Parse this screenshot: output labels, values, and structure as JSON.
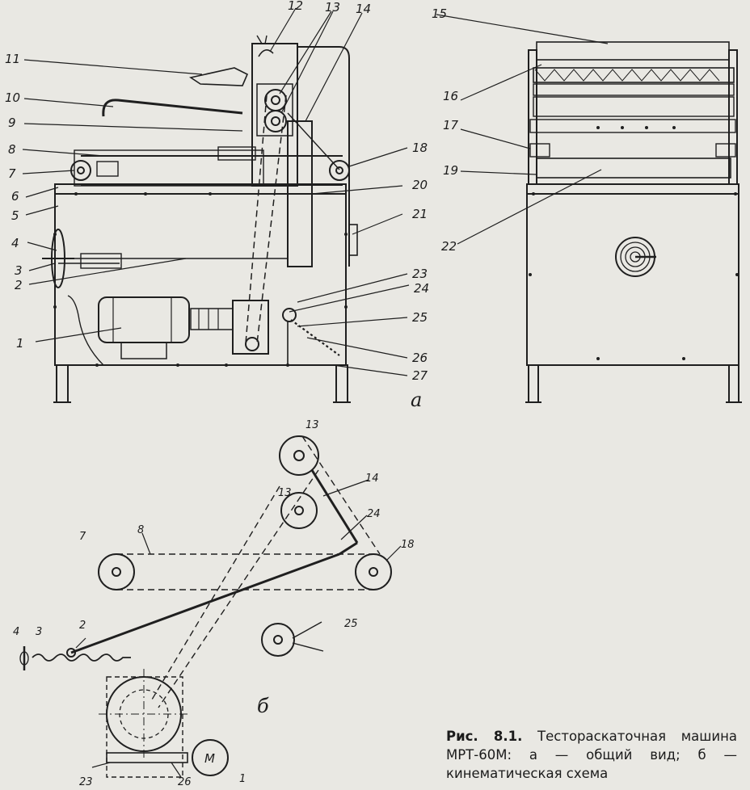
{
  "figure": {
    "caption_label": "Рис. 8.1.",
    "caption_text": "Тестораскаточная машина МРТ-60М: а — общий вид; б — кинематическая схема",
    "sub_a": "а",
    "sub_b": "б",
    "motor_symbol": "М"
  },
  "callouts_a": [
    "1",
    "2",
    "3",
    "4",
    "5",
    "6",
    "7",
    "8",
    "9",
    "10",
    "11",
    "12",
    "13",
    "14",
    "15",
    "16",
    "17",
    "18",
    "19",
    "20",
    "21",
    "22",
    "23",
    "24",
    "25",
    "26",
    "27"
  ],
  "callouts_b": {
    "n13_top": "13",
    "n13_bottom": "13",
    "n14": "14",
    "n24": "24",
    "n8": "8",
    "n7": "7",
    "n18": "18",
    "n25": "25",
    "n2": "2",
    "n3": "3",
    "n4": "4",
    "n23": "23",
    "n26": "26",
    "n1": "1"
  }
}
